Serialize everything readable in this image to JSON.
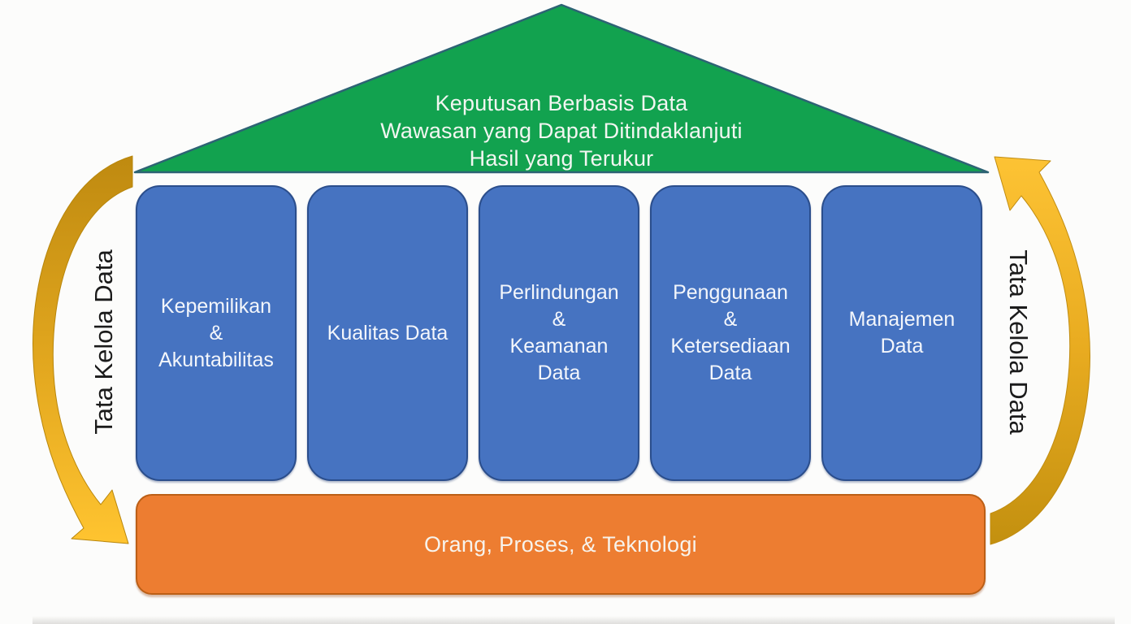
{
  "roof": {
    "lines": [
      "Keputusan Berbasis Data",
      "Wawasan yang Dapat Ditindaklanjuti",
      "Hasil yang Terukur"
    ]
  },
  "pillars": [
    {
      "lines": [
        "Kepemilikan",
        "&",
        "Akuntabilitas"
      ]
    },
    {
      "lines": [
        "Kualitas Data"
      ]
    },
    {
      "lines": [
        "Perlindungan",
        "&",
        "Keamanan",
        "Data"
      ]
    },
    {
      "lines": [
        "Penggunaan",
        "&",
        "Ketersediaan",
        "Data"
      ]
    },
    {
      "lines": [
        "Manajemen",
        "Data"
      ]
    }
  ],
  "base": {
    "label": "Orang, Proses, & Teknologi"
  },
  "side_labels": {
    "left": "Tata Kelola Data",
    "right": "Tata Kelola Data"
  },
  "icons": {
    "left_arrow": "curved-arrow-down-icon",
    "right_arrow": "curved-arrow-up-icon"
  },
  "colors": {
    "roof_green": "#12a24f",
    "roof_edge": "#2d6374",
    "pillar_blue": "#4673c1",
    "pillar_edge": "#2b4e8c",
    "base_orange": "#ed7d31",
    "base_edge": "#bc5f16",
    "arrow_gold_bright": "#ffc430",
    "arrow_gold_dark": "#bf8a10",
    "shape_text": "#f3f6fb",
    "label_text": "#1b1b1b"
  }
}
